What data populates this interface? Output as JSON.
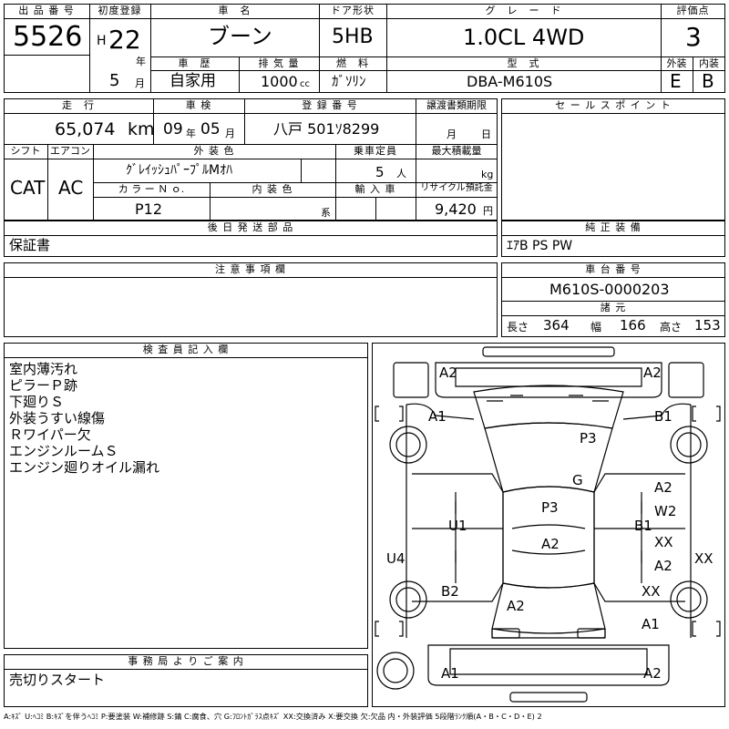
{
  "header": {
    "lot_label": "出 品 番 号",
    "lot_number": "5526",
    "first_reg_label": "初度登録",
    "era_letter": "H",
    "era_year": "22",
    "year_suffix": "年",
    "month": "5",
    "month_suffix": "月",
    "car_name_label": "車　名",
    "car_name": "ブーン",
    "door_label": "ドア形状",
    "door": "5HB",
    "grade_label": "グ　レ　ー　ド",
    "grade": "1.0CL 4WD",
    "score_label": "評価点",
    "score": "3",
    "history_label": "車　歴",
    "history": "自家用",
    "displacement_label": "排 気 量",
    "displacement": "1000",
    "displacement_unit": "cc",
    "fuel_label": "燃　料",
    "fuel": "ｶﾞｿﾘﾝ",
    "model_label": "型　式",
    "model": "DBA-M610S",
    "exterior_label": "外装",
    "exterior": "E",
    "interior_label": "内装",
    "interior": "B"
  },
  "row2": {
    "mileage_label": "走　行",
    "mileage": "65,074",
    "mileage_unit": "km",
    "inspection_label": "車 検",
    "insp_year": "09",
    "insp_year_suffix": "年",
    "insp_month": "05",
    "insp_month_suffix": "月",
    "plate_label": "登 録 番 号",
    "plate": "八戸 501ｿ8299",
    "transfer_label": "譲渡書類期限",
    "transfer_month": "月",
    "transfer_day": "日",
    "sales_point_label": "セ ー ル ス ポ イ ン ト"
  },
  "row3": {
    "shift_label": "シフト",
    "shift": "CAT",
    "ac_label": "エアコン",
    "ac": "AC",
    "ext_color_label": "外 装 色",
    "ext_color": "ｸﾞﾚｲｯｼｭﾊﾟｰﾌﾟﾙMｵﾊ",
    "capacity_label": "乗車定員",
    "capacity": "5",
    "capacity_unit": "人",
    "maxload_label": "最大積載量",
    "maxload_unit": "kg",
    "color_no_label": "カ ラ ー Ｎ ｏ.",
    "color_no": "P12",
    "int_color_label": "内 装 色",
    "int_color_unit": "系",
    "import_label": "輸 入 車",
    "recycle_label": "リサイクル預託金",
    "recycle": "9,420",
    "recycle_unit": "円"
  },
  "parts": {
    "label": "後 日 発 送 部 品",
    "value": "保証書"
  },
  "equipment": {
    "label": "純 正 装 備",
    "value": "ｴｱB PS PW"
  },
  "notes": {
    "label": "注 意 事 項 欄"
  },
  "chassis": {
    "label": "車 台 番 号",
    "value": "M610S-0000203",
    "dims_label": "諸 元",
    "length_label": "長さ",
    "length": "364",
    "width_label": "幅",
    "width": "166",
    "height_label": "高さ",
    "height": "153"
  },
  "inspector": {
    "label": "検 査 員 記 入 欄",
    "lines": [
      "室内薄汚れ",
      "ピラーＰ跡",
      "下廻りＳ",
      "外装うすい線傷",
      "Ｒワイパー欠",
      "エンジンルームＳ",
      "エンジン廻りオイル漏れ"
    ]
  },
  "office": {
    "label": "事 務 局 よ り ご 案 内",
    "value": "売切りスタート"
  },
  "diagram_marks": [
    {
      "text": "A2"
    },
    {
      "text": "A2"
    },
    {
      "text": "A1"
    },
    {
      "text": "B1"
    },
    {
      "text": "P3"
    },
    {
      "text": "G"
    },
    {
      "text": "A2"
    },
    {
      "text": "W2"
    },
    {
      "text": "P3"
    },
    {
      "text": "U1"
    },
    {
      "text": "B1"
    },
    {
      "text": "XX"
    },
    {
      "text": "A2"
    },
    {
      "text": "U4"
    },
    {
      "text": "A2"
    },
    {
      "text": "XX"
    },
    {
      "text": "B2"
    },
    {
      "text": "XX"
    },
    {
      "text": "A2"
    },
    {
      "text": "A1"
    },
    {
      "text": "A1"
    },
    {
      "text": "A2"
    }
  ],
  "legend": "A:ｷｽﾞ U:ﾍｺﾐ B:ｷｽﾞを伴うﾍｺﾐ P:要塗装 W:補修跡 S:錆 C:腐食、穴 G:ﾌﾛﾝﾄｶﾞﾗｽ点ｷｽﾞ XX:交換済み X:要交換 欠:欠品 内・外装評価 5段階ﾗﾝｸ順(A・B・C・D・E) 2"
}
